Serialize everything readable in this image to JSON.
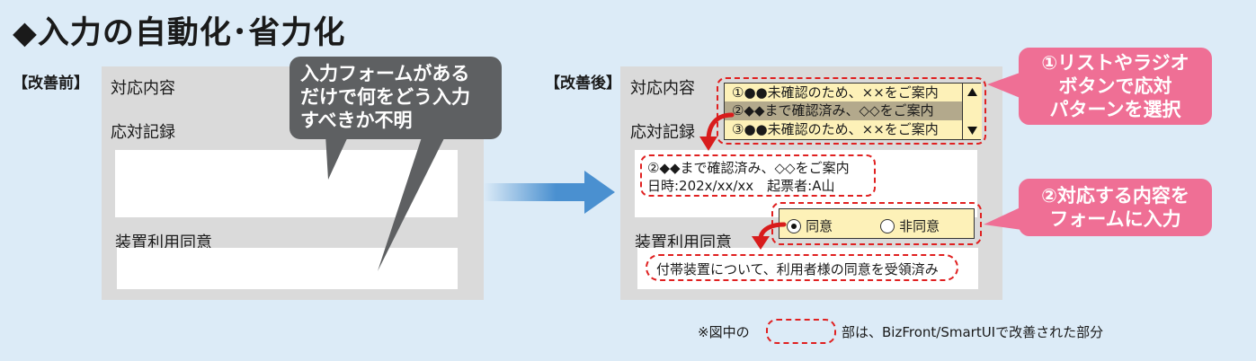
{
  "title": "◆入力の自動化･省力化",
  "before": {
    "tag": "【改善前】",
    "label_content": "対応内容",
    "label_record": "応対記録",
    "label_consent": "装置利用同意",
    "callout": "入力フォームがある\nだけで何をどう入力\nすべきか不明"
  },
  "after": {
    "tag": "【改善後】",
    "label_content": "対応内容",
    "label_record": "応対記録",
    "label_consent": "装置利用同意",
    "list_options": [
      "①●●未確認のため、××をご案内",
      "②◆◆まで確認済み、◇◇をご案内",
      "③●●未確認のため、××をご案内"
    ],
    "selected_index": 1,
    "record_line1": "②◆◆まで確認済み、◇◇をご案内",
    "record_line2": "日時:202x/xx/xx　起票者:A山",
    "radio_agree": "同意",
    "radio_disagree": "非同意",
    "consent_text": "付帯装置について、利用者様の同意を受領済み"
  },
  "callouts": {
    "pink1": "①リストやラジオ\nボタンで応対\nパターンを選択",
    "pink2": "②対応する内容を\nフォームに入力"
  },
  "footnote": {
    "prefix": "※図中の",
    "suffix": "部は、BizFront/SmartUIで改善された部分"
  },
  "colors": {
    "background": "#dcebf7",
    "panel": "#dadada",
    "callout_gray": "#5e6062",
    "callout_pink": "#ef6f95",
    "dashed_red": "#e02020",
    "list_yellow": "#fdf1b8",
    "arrow_blue": "#4a90d0"
  }
}
